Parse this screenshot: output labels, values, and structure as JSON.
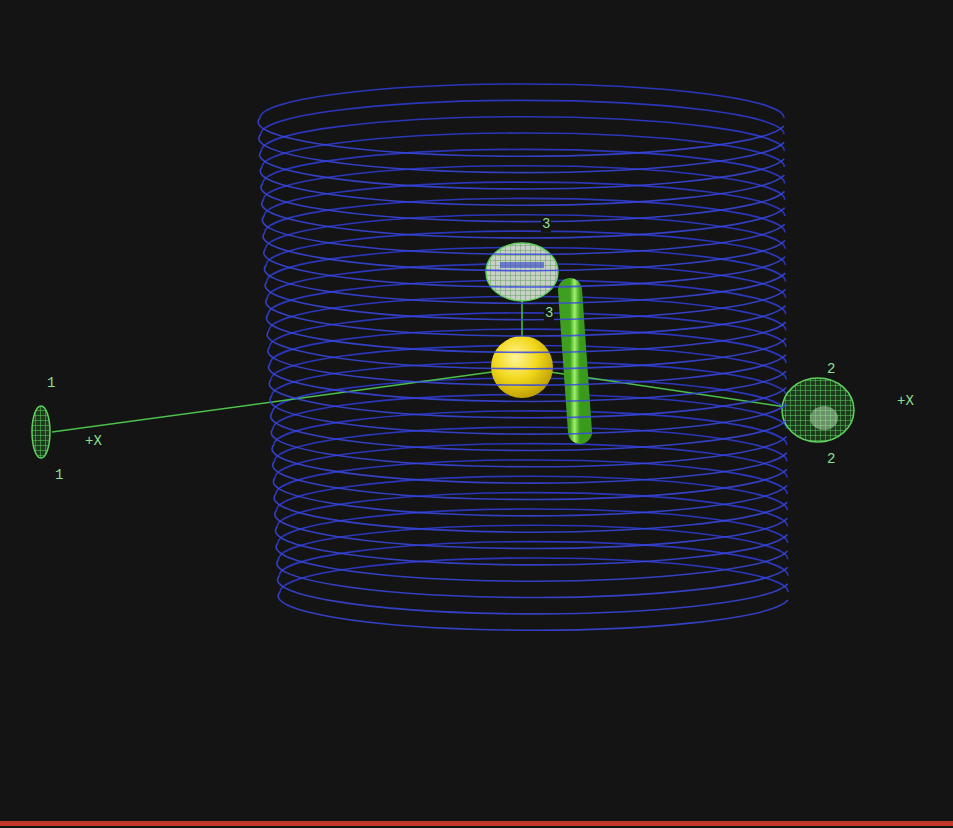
{
  "diagram": {
    "labels": [
      "1",
      "1",
      "+X",
      "2",
      "2",
      "+X",
      "3",
      "3"
    ]
  }
}
